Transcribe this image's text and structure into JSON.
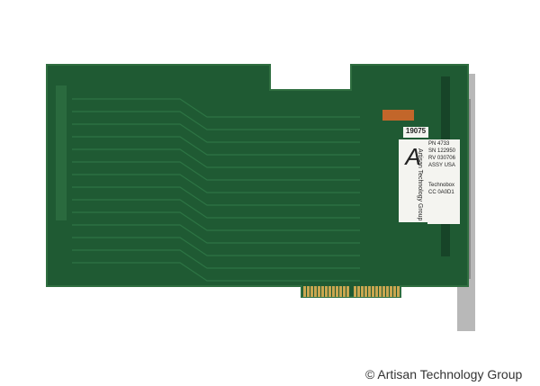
{
  "photo": {
    "subject": "pcb-board",
    "colors": {
      "board": "#1f5a33",
      "board_dark": "#173f25",
      "gold": "#c9a650",
      "bracket": "#b8b8b8"
    }
  },
  "labels": {
    "serial_tag": "19075",
    "info_lines": [
      "PN 4733",
      "SN 122950",
      "RV 030706",
      "ASSY USA"
    ],
    "technobox": "Technobox",
    "cc_code": "CC 0A0D1",
    "sticker_text": "Artisan Technology Group",
    "logo_letter": "A"
  },
  "watermark": "© Artisan Technology Group"
}
